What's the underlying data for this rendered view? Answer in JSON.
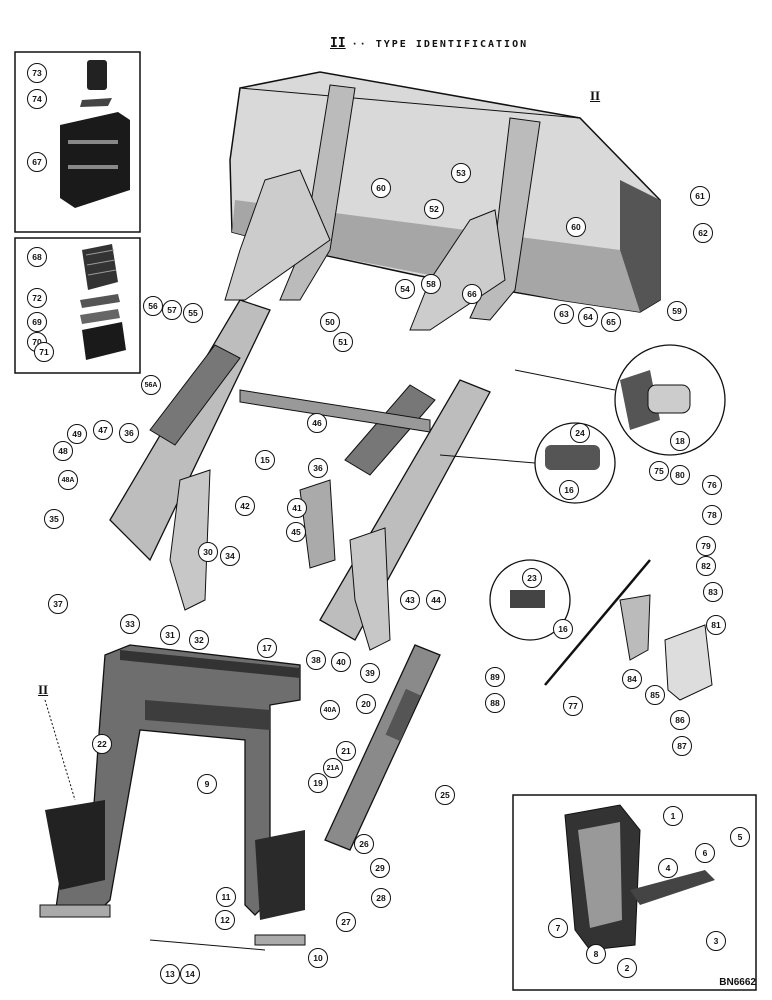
{
  "header": {
    "roman": "II",
    "title": "·· TYPE IDENTIFICATION"
  },
  "section_marks": [
    {
      "text": "II"
    },
    {
      "text": "II"
    }
  ],
  "drawing_code": "BN6662",
  "callouts": [
    {
      "id": "73"
    },
    {
      "id": "74"
    },
    {
      "id": "67"
    },
    {
      "id": "68"
    },
    {
      "id": "72"
    },
    {
      "id": "69"
    },
    {
      "id": "70"
    },
    {
      "id": "71"
    },
    {
      "id": "60"
    },
    {
      "id": "53"
    },
    {
      "id": "52"
    },
    {
      "id": "60"
    },
    {
      "id": "61"
    },
    {
      "id": "62"
    },
    {
      "id": "59"
    },
    {
      "id": "56"
    },
    {
      "id": "57"
    },
    {
      "id": "55"
    },
    {
      "id": "50"
    },
    {
      "id": "51"
    },
    {
      "id": "54"
    },
    {
      "id": "58"
    },
    {
      "id": "66"
    },
    {
      "id": "63"
    },
    {
      "id": "64"
    },
    {
      "id": "65"
    },
    {
      "id": "56A"
    },
    {
      "id": "18"
    },
    {
      "id": "24"
    },
    {
      "id": "16"
    },
    {
      "id": "46"
    },
    {
      "id": "36"
    },
    {
      "id": "49"
    },
    {
      "id": "47"
    },
    {
      "id": "48"
    },
    {
      "id": "48A"
    },
    {
      "id": "15"
    },
    {
      "id": "36"
    },
    {
      "id": "35"
    },
    {
      "id": "42"
    },
    {
      "id": "41"
    },
    {
      "id": "45"
    },
    {
      "id": "75"
    },
    {
      "id": "80"
    },
    {
      "id": "76"
    },
    {
      "id": "78"
    },
    {
      "id": "79"
    },
    {
      "id": "30"
    },
    {
      "id": "34"
    },
    {
      "id": "37"
    },
    {
      "id": "33"
    },
    {
      "id": "31"
    },
    {
      "id": "32"
    },
    {
      "id": "43"
    },
    {
      "id": "44"
    },
    {
      "id": "23"
    },
    {
      "id": "16"
    },
    {
      "id": "82"
    },
    {
      "id": "83"
    },
    {
      "id": "81"
    },
    {
      "id": "17"
    },
    {
      "id": "38"
    },
    {
      "id": "40"
    },
    {
      "id": "39"
    },
    {
      "id": "40A"
    },
    {
      "id": "20"
    },
    {
      "id": "89"
    },
    {
      "id": "88"
    },
    {
      "id": "84"
    },
    {
      "id": "85"
    },
    {
      "id": "86"
    },
    {
      "id": "87"
    },
    {
      "id": "77"
    },
    {
      "id": "22"
    },
    {
      "id": "9"
    },
    {
      "id": "21"
    },
    {
      "id": "21A"
    },
    {
      "id": "19"
    },
    {
      "id": "25"
    },
    {
      "id": "26"
    },
    {
      "id": "29"
    },
    {
      "id": "28"
    },
    {
      "id": "27"
    },
    {
      "id": "11"
    },
    {
      "id": "12"
    },
    {
      "id": "10"
    },
    {
      "id": "13"
    },
    {
      "id": "14"
    },
    {
      "id": "1"
    },
    {
      "id": "5"
    },
    {
      "id": "6"
    },
    {
      "id": "4"
    },
    {
      "id": "7"
    },
    {
      "id": "8"
    },
    {
      "id": "3"
    },
    {
      "id": "2"
    }
  ]
}
